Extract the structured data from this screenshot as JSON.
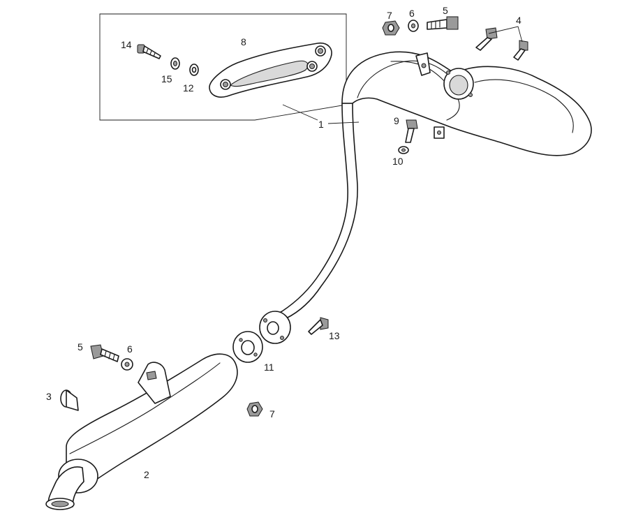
{
  "callouts": {
    "c1": "1",
    "c2": "2",
    "c3": "3",
    "c4": "4",
    "c5a": "5",
    "c5b": "5",
    "c6a": "6",
    "c6b": "6",
    "c7a": "7",
    "c7b": "7",
    "c8": "8",
    "c9": "9",
    "c10": "10",
    "c11": "11",
    "c12": "12",
    "c13": "13",
    "c14": "14",
    "c15": "15"
  },
  "colors": {
    "line": "#1a1a1a",
    "background": "#ffffff",
    "shade": "#d9d9d9"
  }
}
